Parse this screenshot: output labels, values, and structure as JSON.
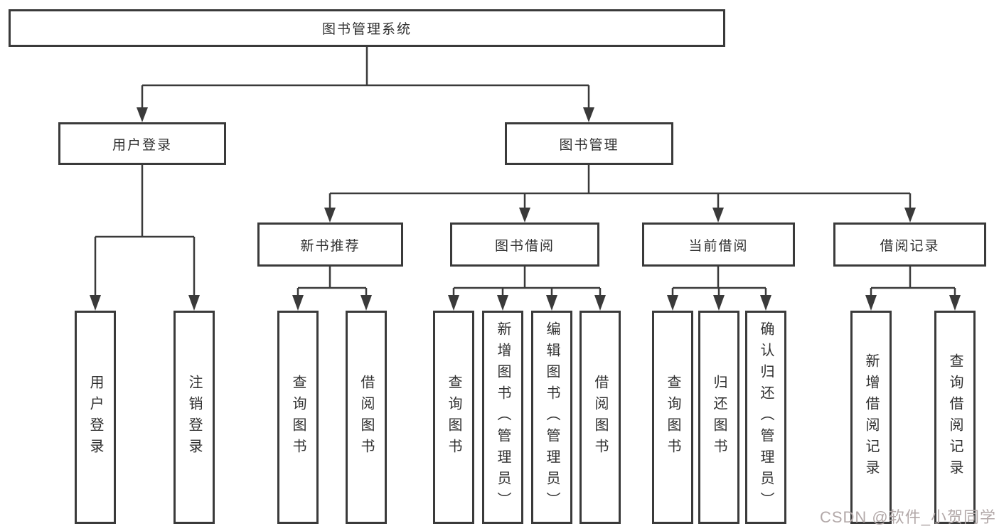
{
  "tree": {
    "root": {
      "label": "图书管理系统",
      "children": [
        {
          "label": "用户登录",
          "children": [
            {
              "label": "用户登录"
            },
            {
              "label": "注销登录"
            }
          ]
        },
        {
          "label": "图书管理",
          "children": [
            {
              "label": "新书推荐",
              "children": [
                {
                  "label": "查询图书"
                },
                {
                  "label": "借阅图书"
                }
              ]
            },
            {
              "label": "图书借阅",
              "children": [
                {
                  "label": "查询图书"
                },
                {
                  "label": "新增图书（管理员）"
                },
                {
                  "label": "编辑图书（管理员）"
                },
                {
                  "label": "借阅图书"
                }
              ]
            },
            {
              "label": "当前借阅",
              "children": [
                {
                  "label": "查询图书"
                },
                {
                  "label": "归还图书"
                },
                {
                  "label": "确认归还（管理员）"
                }
              ]
            },
            {
              "label": "借阅记录",
              "children": [
                {
                  "label": "新增借阅记录"
                },
                {
                  "label": "查询借阅记录"
                }
              ]
            }
          ]
        }
      ]
    }
  },
  "watermark": {
    "text": "CSDN @软件_小贺同学",
    "color": "#b2a8a8"
  },
  "colors": {
    "line": "#3a3a3a",
    "background": "#ffffff",
    "text": "#303030"
  }
}
